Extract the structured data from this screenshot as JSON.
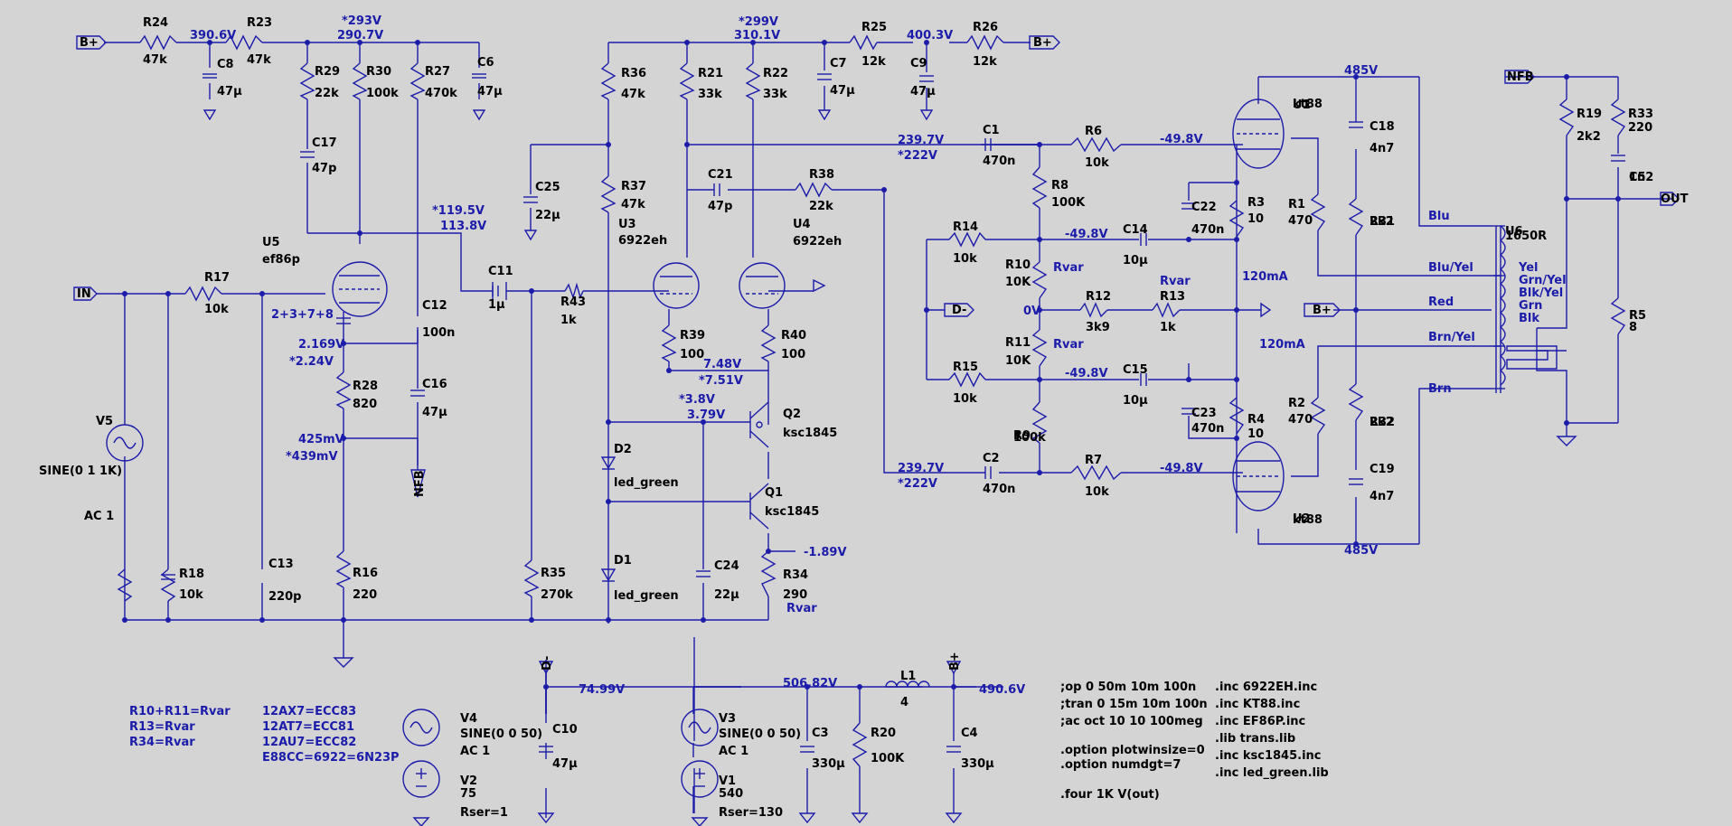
{
  "schematic": {
    "parts": [
      {
        "ref": "R24",
        "value": "47k"
      },
      {
        "ref": "R23",
        "value": "47k"
      },
      {
        "ref": "C8",
        "value": "47µ"
      },
      {
        "ref": "R29",
        "value": "22k"
      },
      {
        "ref": "R30",
        "value": "100k"
      },
      {
        "ref": "R27",
        "value": "470k"
      },
      {
        "ref": "C6",
        "value": "47µ"
      },
      {
        "ref": "C17",
        "value": "47p"
      },
      {
        "ref": "U5",
        "value": "ef86p"
      },
      {
        "ref": "R17",
        "value": "10k"
      },
      {
        "ref": "C12",
        "value": "100n"
      },
      {
        "ref": "C16",
        "value": "47µ"
      },
      {
        "ref": "R28",
        "value": "820"
      },
      {
        "ref": "R16",
        "value": "220"
      },
      {
        "ref": "R18",
        "value": "10k"
      },
      {
        "ref": "C13",
        "value": "220p"
      },
      {
        "ref": "C25",
        "value": "22µ"
      },
      {
        "ref": "C11",
        "value": "1µ"
      },
      {
        "ref": "R43",
        "value": "1k"
      },
      {
        "ref": "R35",
        "value": "270k"
      },
      {
        "ref": "R36",
        "value": "47k"
      },
      {
        "ref": "R37",
        "value": "47k"
      },
      {
        "ref": "U3",
        "value": "6922eh"
      },
      {
        "ref": "R21",
        "value": "33k"
      },
      {
        "ref": "R22",
        "value": "33k"
      },
      {
        "ref": "C7",
        "value": "47µ"
      },
      {
        "ref": "R25",
        "value": "12k"
      },
      {
        "ref": "C9",
        "value": "47µ"
      },
      {
        "ref": "R26",
        "value": "12k"
      },
      {
        "ref": "C21",
        "value": "47p"
      },
      {
        "ref": "R38",
        "value": "22k"
      },
      {
        "ref": "U4",
        "value": "6922eh"
      },
      {
        "ref": "R39",
        "value": "100"
      },
      {
        "ref": "R40",
        "value": "100"
      },
      {
        "ref": "Q2",
        "value": "ksc1845"
      },
      {
        "ref": "Q1",
        "value": "ksc1845"
      },
      {
        "ref": "D2",
        "value": "led_green"
      },
      {
        "ref": "D1",
        "value": "led_green"
      },
      {
        "ref": "C24",
        "value": "22µ"
      },
      {
        "ref": "R34",
        "value": "290"
      },
      {
        "ref": "C1",
        "value": "470n"
      },
      {
        "ref": "C2",
        "value": "470n"
      },
      {
        "ref": "R6",
        "value": "10k"
      },
      {
        "ref": "R7",
        "value": "10k"
      },
      {
        "ref": "R8",
        "value": "100K"
      },
      {
        "ref": "R9",
        "value": "100k"
      },
      {
        "ref": "R14",
        "value": "10k"
      },
      {
        "ref": "R15",
        "value": "10k"
      },
      {
        "ref": "R10",
        "value": "10K"
      },
      {
        "ref": "R11",
        "value": "10K"
      },
      {
        "ref": "C14",
        "value": "10µ"
      },
      {
        "ref": "C15",
        "value": "10µ"
      },
      {
        "ref": "R12",
        "value": "3k9"
      },
      {
        "ref": "R13",
        "value": "1k"
      },
      {
        "ref": "C22",
        "value": "470n"
      },
      {
        "ref": "C23",
        "value": "470n"
      },
      {
        "ref": "R3",
        "value": "10"
      },
      {
        "ref": "R4",
        "value": "10"
      },
      {
        "ref": "U1",
        "value": "kt88"
      },
      {
        "ref": "U2",
        "value": "kt88"
      },
      {
        "ref": "R1",
        "value": "470"
      },
      {
        "ref": "R2",
        "value": "470"
      },
      {
        "ref": "C18",
        "value": "4n7"
      },
      {
        "ref": "C19",
        "value": "4n7"
      },
      {
        "ref": "R31",
        "value": "2k2"
      },
      {
        "ref": "R32",
        "value": "2k2"
      },
      {
        "ref": "R19",
        "value": "2k2"
      },
      {
        "ref": "R33",
        "value": "220"
      },
      {
        "ref": "C5",
        "value": "1n2"
      },
      {
        "ref": "R5",
        "value": "8"
      },
      {
        "ref": "U6",
        "value": "1650R"
      },
      {
        "ref": "V4",
        "value": "SINE(0 0 50)"
      },
      {
        "ref": "V2",
        "value": "75"
      },
      {
        "ref": "C10",
        "value": "47µ"
      },
      {
        "ref": "V3",
        "value": "SINE(0 0 50)"
      },
      {
        "ref": "V1",
        "value": "540"
      },
      {
        "ref": "C3",
        "value": "330µ"
      },
      {
        "ref": "R20",
        "value": "100K"
      },
      {
        "ref": "L1",
        "value": "4"
      },
      {
        "ref": "C4",
        "value": "330µ"
      }
    ],
    "node_voltages": [
      "390.6V",
      "*293V",
      "290.7V",
      "*299V",
      "310.1V",
      "400.3V",
      "*119.5V",
      "113.8V",
      "2.169V",
      "*2.24V",
      "425mV",
      "*439mV",
      "7.48V",
      "*7.51V",
      "*3.8V",
      "3.79V",
      "-1.89V",
      "239.7V",
      "*222V",
      "239.7V",
      "*222V",
      "-49.8V",
      "-49.8V",
      "-49.8V",
      "-49.8V",
      "0V",
      "120mA",
      "120mA",
      "485V",
      "485V",
      "74.99V",
      "506.82V",
      "490.6V"
    ],
    "labels": {
      "b_plus": "B+",
      "in": "IN",
      "out": "OUT",
      "nfb": "NFB",
      "d_minus": "D-",
      "v5_name": "V5",
      "v5_src": "SINE(0 1 1K)",
      "v5_ac": "AC 1",
      "u5_pins": "2+3+7+8",
      "rvar": "Rvar",
      "v4_ac": "AC 1",
      "v2_rser": "Rser=1",
      "v3_ac": "AC 1",
      "v1_rser": "Rser=130"
    },
    "transformer_taps": [
      "Blu",
      "Blu/Yel",
      "Red",
      "Brn/Yel",
      "Brn",
      "Yel",
      "Grn/Yel",
      "Blk/Yel",
      "Grn",
      "Blk"
    ],
    "notes_rvar": [
      "R10+R11=Rvar",
      "R13=Rvar",
      "R34=Rvar"
    ],
    "notes_tubes": [
      "12AX7=ECC83",
      "12AT7=ECC81",
      "12AU7=ECC82",
      "E88CC=6922=6N23P"
    ],
    "directives_sim": [
      ";op 0 50m 10m 100n",
      ";tran 0 15m 10m 100n",
      ";ac oct 10 10 100meg",
      ".option plotwinsize=0",
      ".option numdgt=7",
      ".four 1K V(out)"
    ],
    "directives_inc": [
      ".inc 6922EH.inc",
      ".inc KT88.inc",
      ".inc EF86P.inc",
      ".lib trans.lib",
      ".inc ksc1845.inc",
      ".inc led_green.lib"
    ]
  }
}
